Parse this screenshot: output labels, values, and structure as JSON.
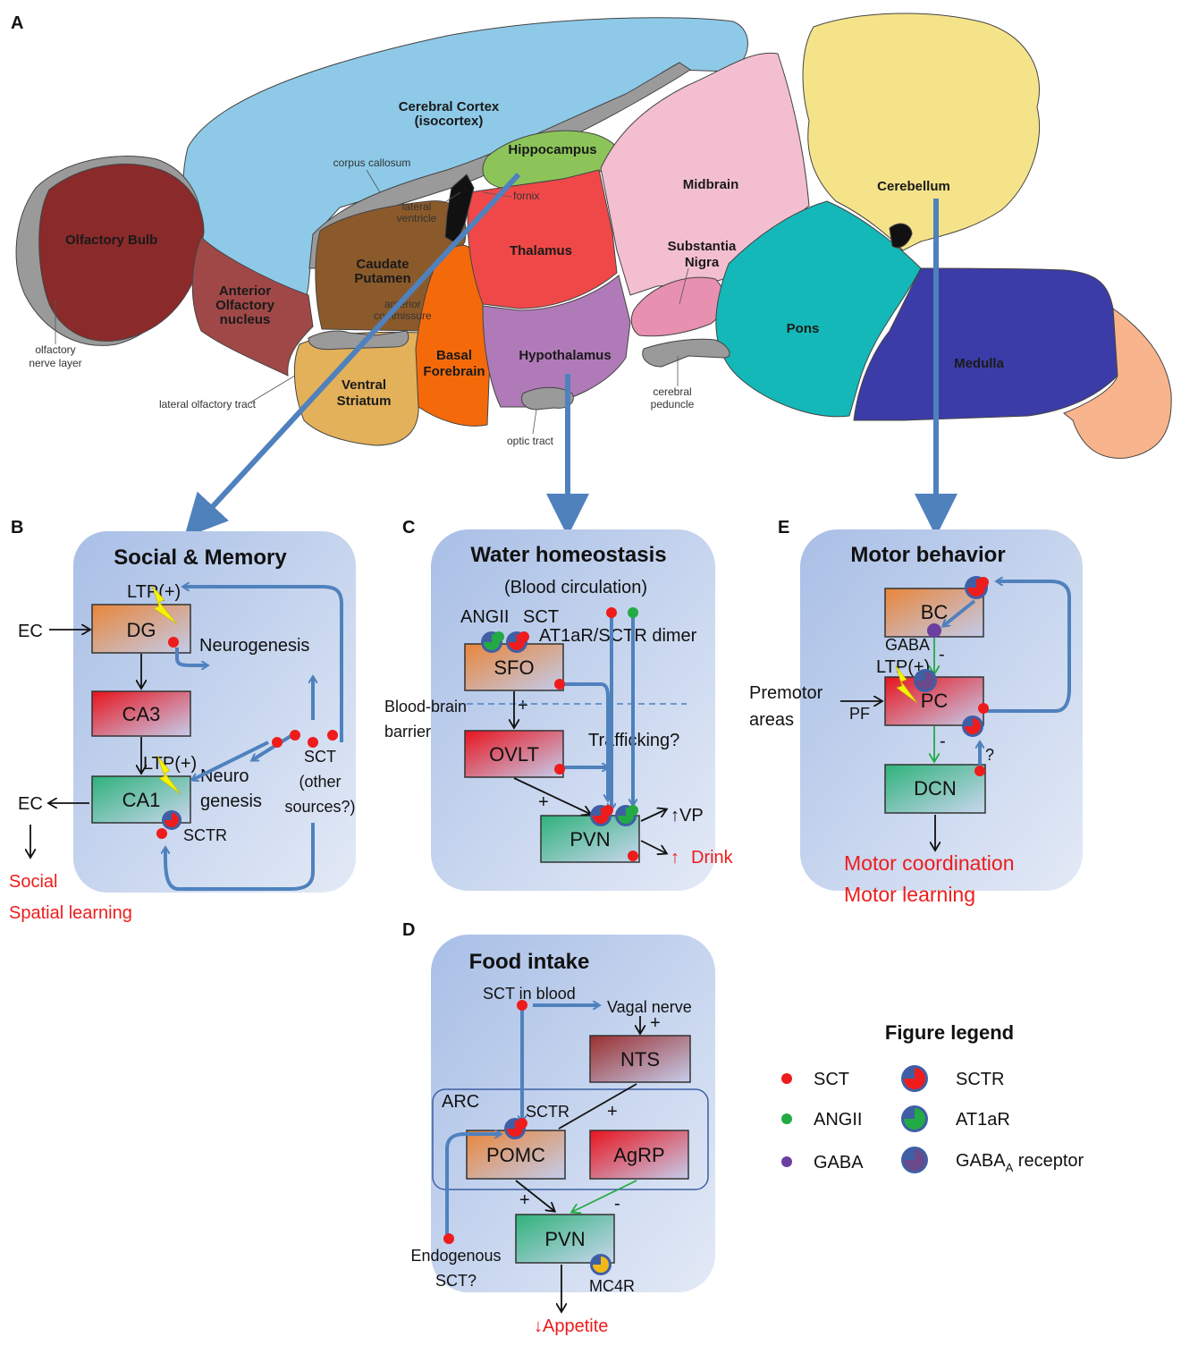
{
  "panel_a": {
    "letter": "A",
    "regions": {
      "olfactory_bulb": "Olfactory Bulb",
      "anterior_olfactory": [
        "Anterior",
        "Olfactory",
        "nucleus"
      ],
      "cerebral_cortex": [
        "Cerebral Cortex",
        "(isocortex)"
      ],
      "hippocampus": "Hippocampus",
      "caudate_putamen": [
        "Caudate",
        "Putamen"
      ],
      "ventral_striatum": [
        "Ventral",
        "Striatum"
      ],
      "basal_forebrain": [
        "Basal",
        "Forebrain"
      ],
      "thalamus": "Thalamus",
      "hypothalamus": "Hypothalamus",
      "midbrain": "Midbrain",
      "substantia_nigra": [
        "Substantia",
        "Nigra"
      ],
      "pons": "Pons",
      "medulla": "Medulla",
      "cerebellum": "Cerebellum"
    },
    "small_labels": {
      "corpus_callosum": "corpus callosum",
      "lateral_ventricle": [
        "lateral",
        "ventricle"
      ],
      "fornix": "fornix",
      "anterior_commissure": [
        "anterior",
        "commissure"
      ],
      "olfactory_nerve_layer": [
        "olfactory",
        "nerve layer"
      ],
      "lateral_olfactory_tract": "lateral olfactory tract",
      "optic_tract": "optic tract",
      "cerebral_peduncle": [
        "cerebral",
        "peduncle"
      ]
    },
    "colors": {
      "olfactory_bulb": "#8b2a2a",
      "anterior_olfactory": "#a04848",
      "cortex": "#8ecae8",
      "hippocampus": "#8cc45a",
      "caudate": "#8b5a2b",
      "ventral_striatum": "#e3b15a",
      "basal_forebrain": "#f46a0a",
      "thalamus": "#f04848",
      "hypothalamus": "#b07ab8",
      "midbrain": "#f3bfd0",
      "substantia_nigra": "#e890b0",
      "pons": "#14b8b8",
      "medulla": "#3c3ca8",
      "cerebellum": "#f5e38a",
      "caudal_medulla": "#f8b48c",
      "white_matter": "#9a9a9a",
      "arrow": "#4f81bd"
    }
  },
  "panel_b": {
    "letter": "B",
    "title": "Social & Memory",
    "boxes": {
      "dg": "DG",
      "ca3": "CA3",
      "ca1": "CA1"
    },
    "ltp_top": "LTP(+)",
    "ltp_mid": "LTP(+)",
    "ec_in": "EC",
    "ec_out": "EC",
    "neurogenesis": "Neurogenesis",
    "neuro_genesis": [
      "Neuro",
      "genesis"
    ],
    "sct_other": [
      "SCT",
      "(other",
      "sources?)"
    ],
    "sctr": "SCTR",
    "outputs": [
      "Social",
      "Spatial learning"
    ]
  },
  "panel_c": {
    "letter": "C",
    "title": "Water homeostasis",
    "subtitle": "(Blood circulation)",
    "boxes": {
      "sfo": "SFO",
      "ovlt": "OVLT",
      "pvn": "PVN"
    },
    "angii": "ANGII",
    "sct": "SCT",
    "dimer": "AT1aR/SCTR dimer",
    "bbb": [
      "Blood-brain",
      "barrier"
    ],
    "trafficking": "Trafficking?",
    "plus1": "+",
    "plus2": "+",
    "vp": "↑VP",
    "drink_arrow": "↑",
    "drink": "Drink"
  },
  "panel_d": {
    "letter": "D",
    "title": "Food intake",
    "sct_blood": "SCT in blood",
    "vagal": "Vagal nerve",
    "plus_vagal": "+",
    "boxes": {
      "nts": "NTS",
      "pomc": "POMC",
      "agrp": "AgRP",
      "pvn": "PVN"
    },
    "arc": "ARC",
    "sctr": "SCTR",
    "plus_nts": "+",
    "plus_pomc": "+",
    "minus_agrp": "-",
    "endogenous": [
      "Endogenous",
      "SCT?"
    ],
    "mc4r": "MC4R",
    "appetite": "↓Appetite"
  },
  "panel_e": {
    "letter": "E",
    "title": "Motor behavior",
    "boxes": {
      "bc": "BC",
      "pc": "PC",
      "dcn": "DCN"
    },
    "gaba": "GABA",
    "ltp": "LTP(+)",
    "premotor": [
      "Premotor",
      "areas"
    ],
    "pf": "PF",
    "minus1": "-",
    "minus2": "-",
    "question": "?",
    "outputs": [
      "Motor coordination",
      "Motor learning"
    ]
  },
  "legend": {
    "title": "Figure legend",
    "sct": "SCT",
    "angii": "ANGII",
    "gaba": "GABA",
    "sctr": "SCTR",
    "at1ar": "AT1aR",
    "gaba_a_prefix": "GABA",
    "gaba_a_sub": "A",
    "gaba_a_suffix": " receptor"
  }
}
